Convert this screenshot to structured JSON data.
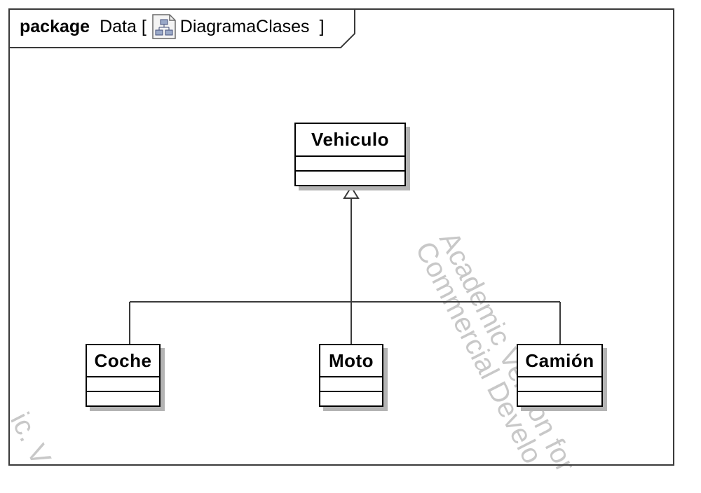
{
  "frame": {
    "keyword": "package",
    "package_name": "Data [",
    "diagram_name": "DiagramaClases",
    "close_bracket": "]",
    "icon": "class-diagram-icon"
  },
  "classes": {
    "vehiculo": "Vehiculo",
    "coche": "Coche",
    "moto": "Moto",
    "camion": "Camión"
  },
  "watermark": {
    "line1": "Academic Version for",
    "line2": "Commercial Develo",
    "fragment": "ic. V"
  },
  "colors": {
    "line": "#3a3a3a",
    "shadow": "#b4b4b4",
    "watermark": "#c8c8c8"
  }
}
